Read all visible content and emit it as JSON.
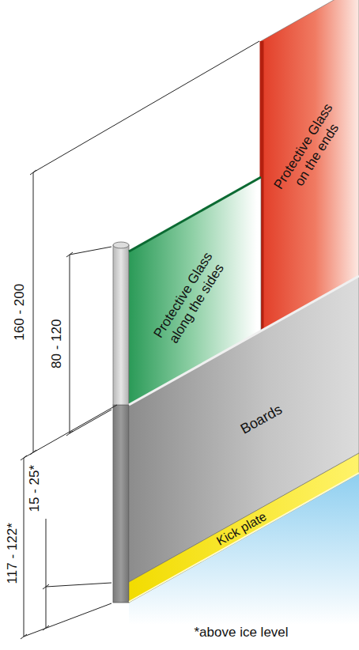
{
  "diagram": {
    "nodes": [
      {
        "text": [
          "Protective Glass on the ends"
        ]
      },
      {
        "text": [
          "Protective Glass along the sides"
        ]
      },
      {
        "text": [
          "Boards"
        ]
      },
      {
        "text": [
          "Kick plate"
        ]
      }
    ],
    "labels": [
      "160 - 200",
      "80 - 120",
      "117 - 122*",
      "15 - 25*",
      "*above ice level"
    ]
  }
}
